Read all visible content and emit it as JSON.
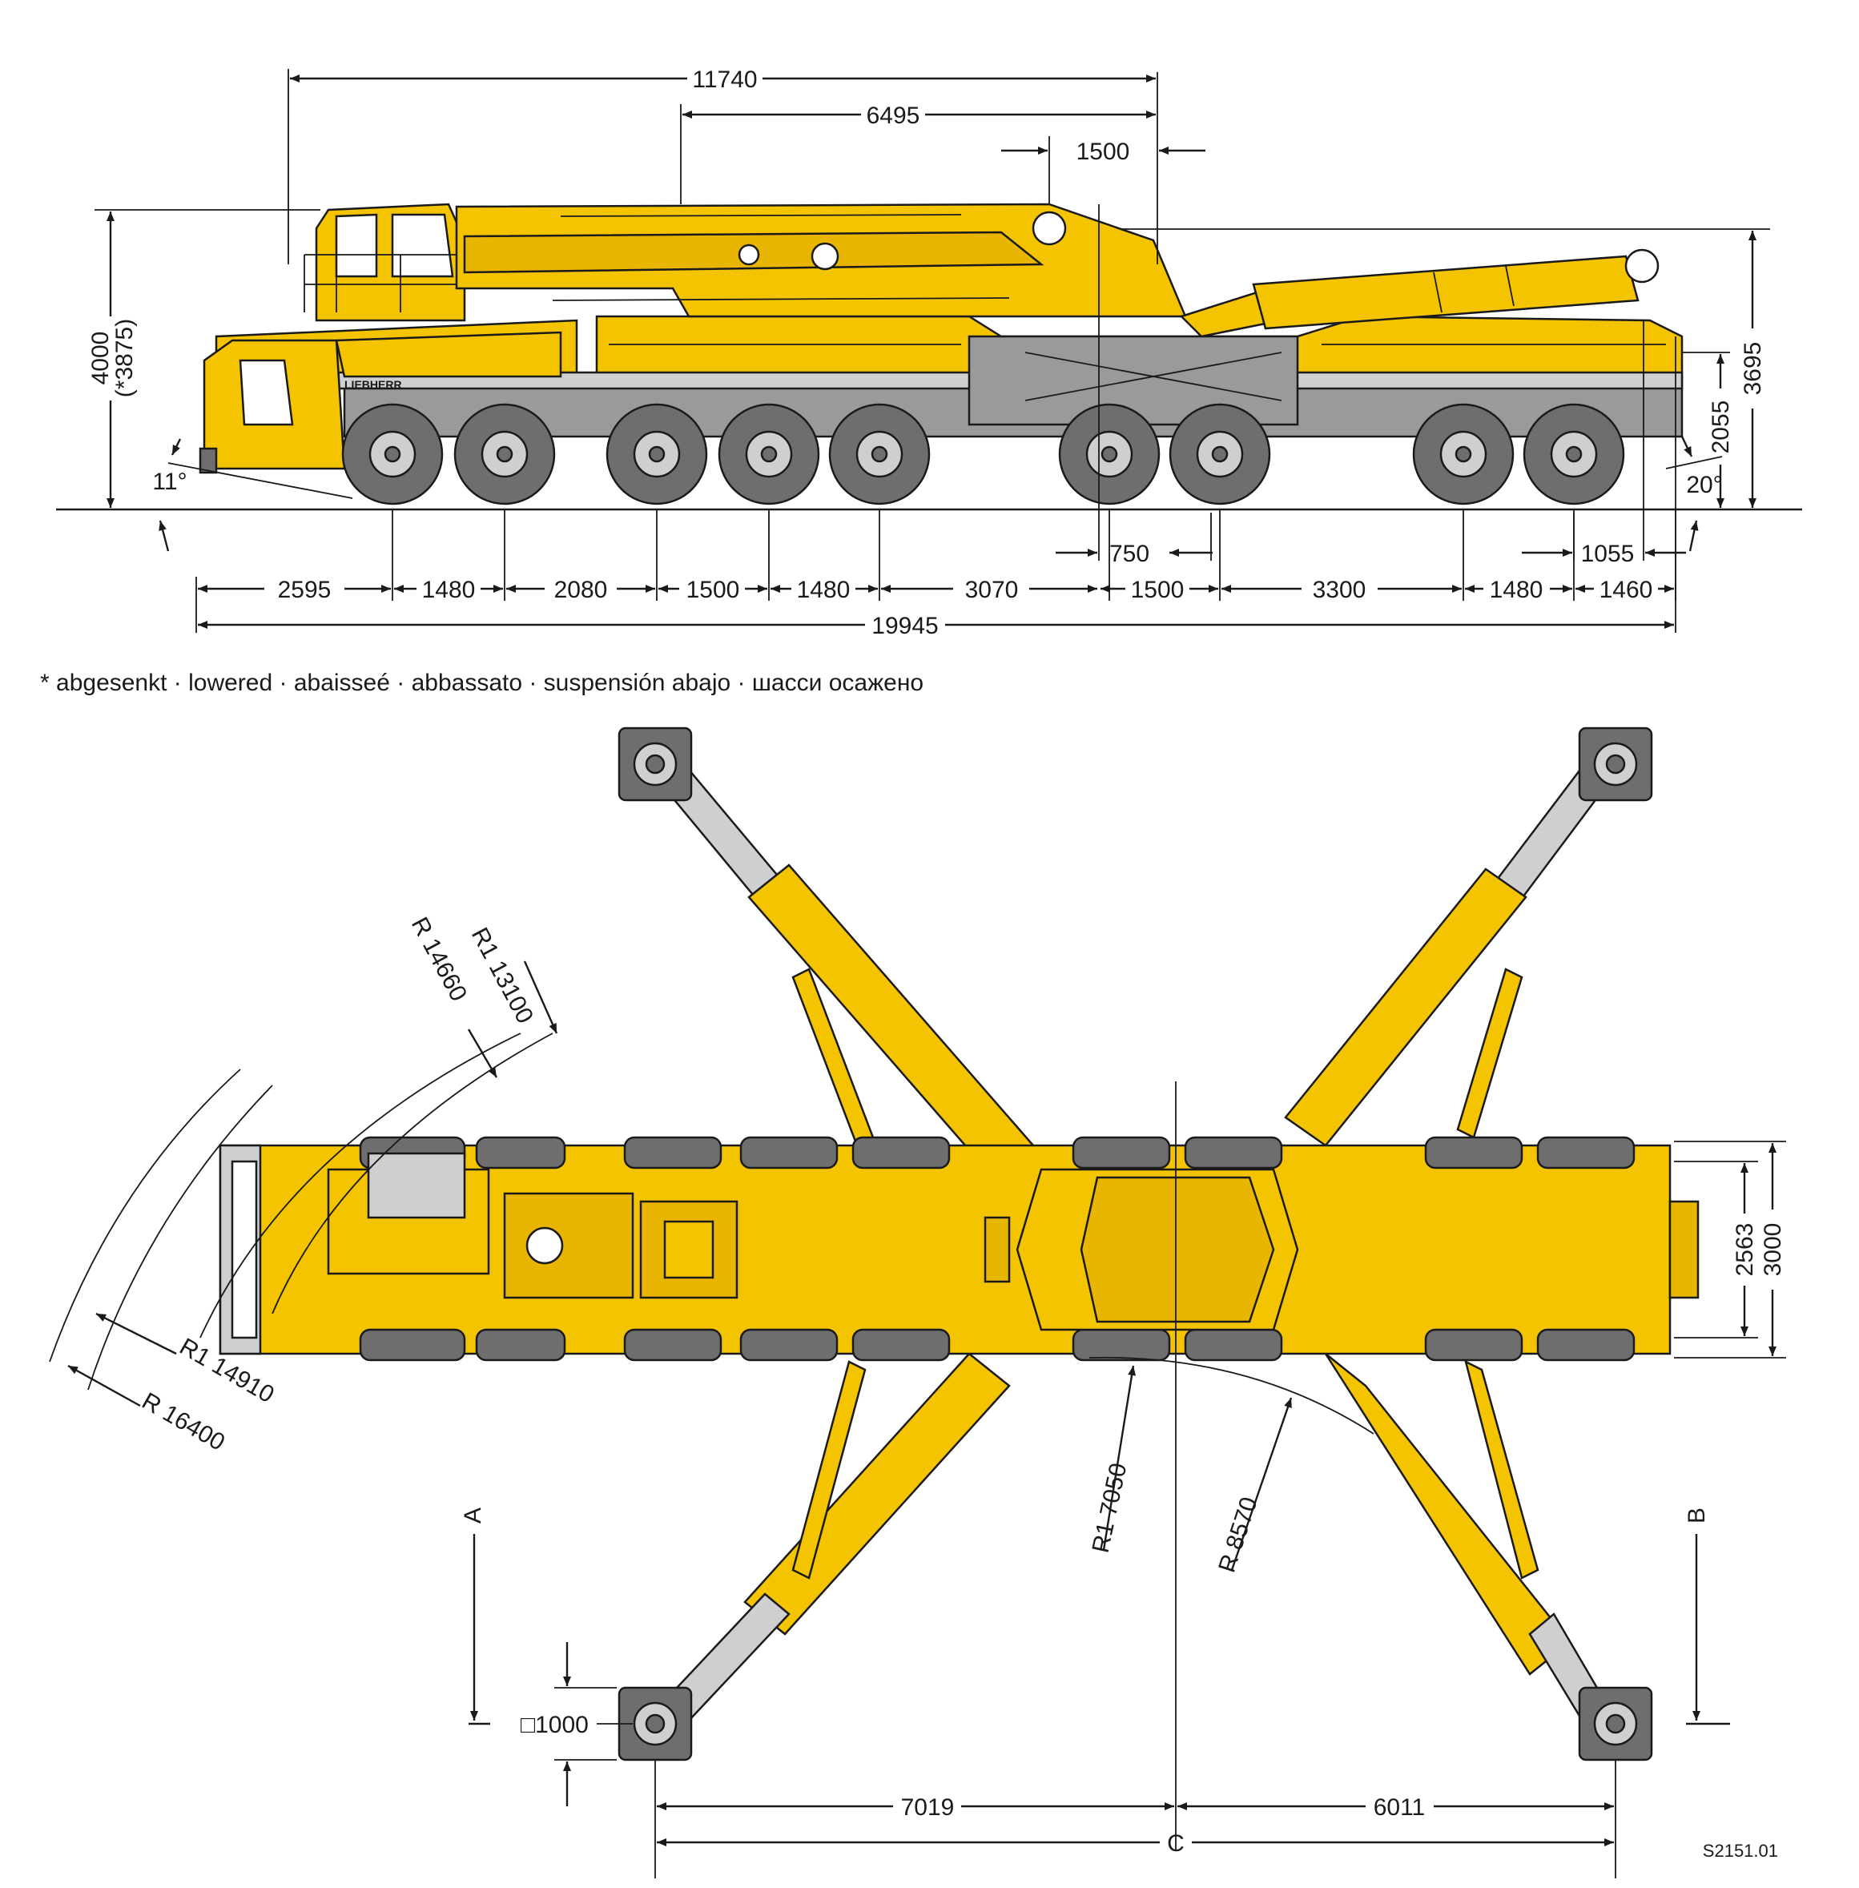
{
  "side_view": {
    "overall_length": "19945",
    "top_dims": {
      "d11740": "11740",
      "d6495": "6495",
      "d1500": "1500"
    },
    "height_left": "4000",
    "height_left_lowered": "(*3875)",
    "height_right": "3695",
    "height_right_inner": "2055",
    "angle_front": "11°",
    "angle_rear": "20°",
    "upper_dims": {
      "d750": "750",
      "d1055": "1055"
    },
    "axle_dims": [
      "2595",
      "1480",
      "2080",
      "1500",
      "1480",
      "3070",
      "1500",
      "3300",
      "1480",
      "1460"
    ]
  },
  "footnote": "* abgesenkt · lowered · abaisseé · abbassato · suspensión abajo · шасси осажено",
  "top_view": {
    "radius_r1_13100": "R1 13100",
    "radius_r_14660": "R 14660",
    "radius_r1_14910": "R1 14910",
    "radius_r_16400": "R 16400",
    "radius_r1_7050": "R1 7050",
    "radius_r_8570": "R 8570",
    "width_2563": "2563",
    "width_3000": "3000",
    "pad_size": "□1000",
    "span_7019": "7019",
    "span_6011": "6011",
    "label_a": "A",
    "label_b": "B",
    "label_c": "C"
  },
  "drawing_code": "S2151.01",
  "colors": {
    "yellow": "#f5c400",
    "grey": "#9a9a9a",
    "dark_grey": "#6e6e6e",
    "line": "#1a1a1a"
  }
}
